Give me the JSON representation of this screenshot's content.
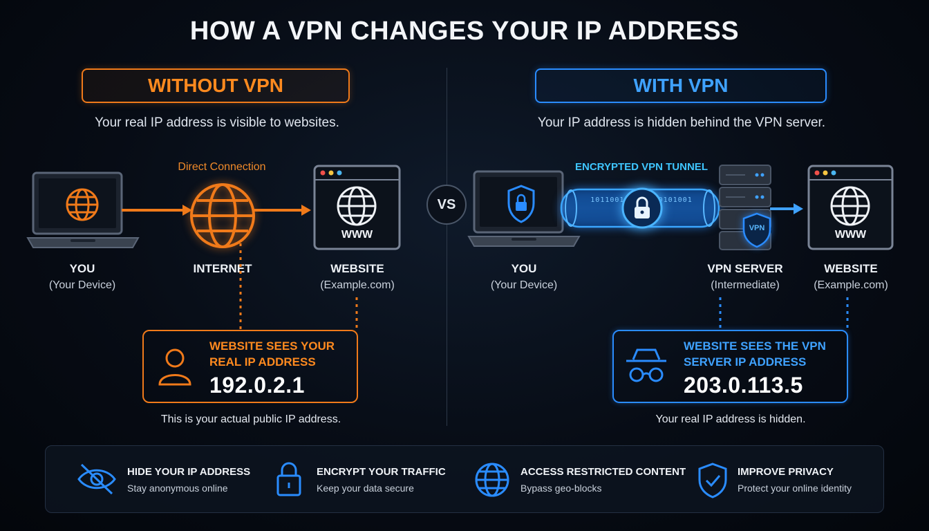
{
  "title": "HOW A VPN CHANGES YOUR IP ADDRESS",
  "left": {
    "header": "WITHOUT VPN",
    "subtitle": "Your real IP address is visible to websites.",
    "connection_label": "Direct Connection",
    "you_label": "YOU",
    "you_sub": "(Your Device)",
    "internet_label": "INTERNET",
    "website_label": "WEBSITE",
    "website_sub": "(Example.com)",
    "www": "WWW",
    "ip_caption_1": "WEBSITE SEES YOUR",
    "ip_caption_2": "REAL IP ADDRESS",
    "ip_value": "192.0.2.1",
    "note": "This is your actual public IP address."
  },
  "vs": "VS",
  "right": {
    "header": "WITH VPN",
    "subtitle": "Your IP address is hidden behind the VPN server.",
    "tunnel_label": "ENCRYPTED VPN TUNNEL",
    "you_label": "YOU",
    "you_sub": "(Your Device)",
    "server_label": "VPN SERVER",
    "server_sub": "(Intermediate)",
    "server_badge": "VPN",
    "website_label": "WEBSITE",
    "website_sub": "(Example.com)",
    "www": "WWW",
    "tunnel_bits": "101100101  0110101001",
    "ip_caption_1": "WEBSITE SEES THE VPN",
    "ip_caption_2": "SERVER IP ADDRESS",
    "ip_value": "203.0.113.5",
    "note": "Your real IP address is hidden."
  },
  "benefits": [
    {
      "title": "HIDE YOUR IP ADDRESS",
      "sub": "Stay anonymous online",
      "icon": "eye-slash-icon"
    },
    {
      "title": "ENCRYPT YOUR TRAFFIC",
      "sub": "Keep your data secure",
      "icon": "lock-icon"
    },
    {
      "title": "ACCESS RESTRICTED CONTENT",
      "sub": "Bypass geo-blocks",
      "icon": "globe-icon"
    },
    {
      "title": "IMPROVE PRIVACY",
      "sub": "Protect your online identity",
      "icon": "shield-check-icon"
    }
  ],
  "colors": {
    "orange": "#f07a1a",
    "blue": "#2a8cff",
    "background": "#070c15"
  }
}
